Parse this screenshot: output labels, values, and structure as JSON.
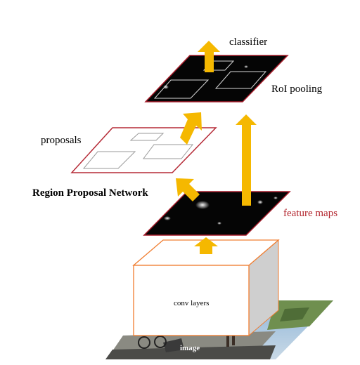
{
  "labels": {
    "classifier": "classifier",
    "roi_pooling": "RoI pooling",
    "proposals": "proposals",
    "rpn": "Region Proposal Network",
    "feature_maps": "feature maps",
    "conv_layers": "conv layers",
    "image": "image"
  },
  "colors": {
    "arrow": "#f5b800",
    "feature_border": "#a61c2a",
    "feature_fill": "#050505",
    "proposal_border": "#b52a36",
    "conv_border": "#f07d30",
    "conv_side": "#c9c9c9"
  }
}
